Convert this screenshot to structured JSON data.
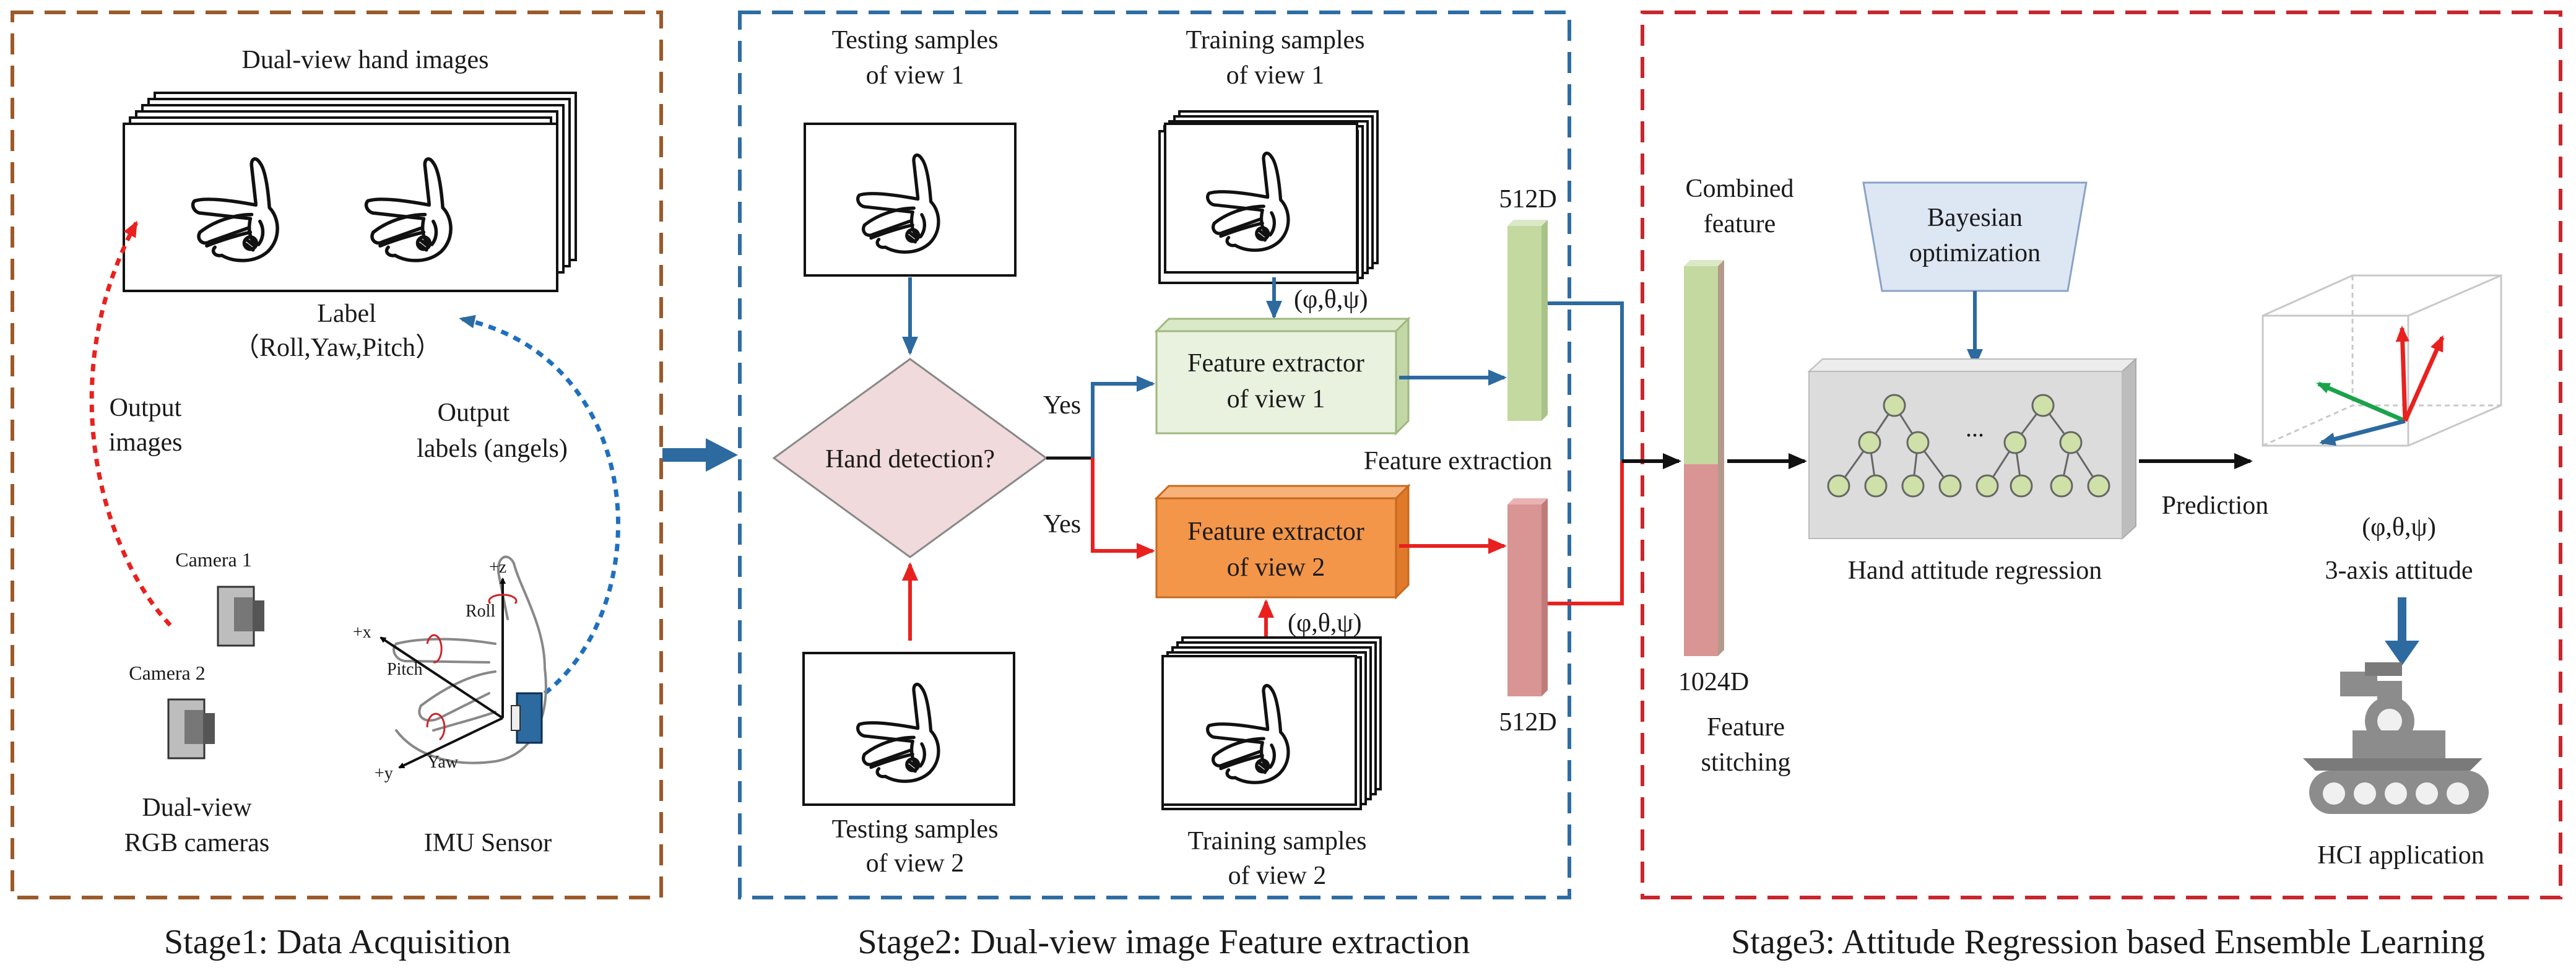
{
  "stage1": {
    "caption": "Stage1: Data Acquisition",
    "dual_view_title": "Dual-view hand images",
    "label_line1": "Label",
    "label_line2": "（Roll,Yaw,Pitch）",
    "output_images_line1": "Output",
    "output_images_line2": "images",
    "output_labels_line1": "Output",
    "output_labels_line2": "labels (angels)",
    "camera1": "Camera 1",
    "camera2": "Camera 2",
    "cameras_line1": "Dual-view",
    "cameras_line2": "RGB cameras",
    "imu": "IMU Sensor",
    "imu_axes": {
      "z": "+z",
      "x": "+x",
      "y": "+y",
      "roll": "Roll",
      "pitch": "Pitch",
      "yaw": "Yaw"
    }
  },
  "stage2": {
    "caption": "Stage2: Dual-view image Feature extraction",
    "testing_v1_line1": "Testing samples",
    "testing_v1_line2": "of view 1",
    "training_v1_line1": "Training samples",
    "training_v1_line2": "of view 1",
    "testing_v2_line1": "Testing samples",
    "testing_v2_line2": "of view 2",
    "training_v2_line1": "Training samples",
    "training_v2_line2": "of view 2",
    "angles_label": "(φ,θ,ψ)",
    "decision": "Hand detection?",
    "yes": "Yes",
    "fe1_line1": "Feature extractor",
    "fe1_line2": "of view 1",
    "fe2_line1": "Feature extractor",
    "fe2_line2": "of view 2",
    "dim_512": "512D",
    "feature_extraction": "Feature extraction"
  },
  "stage3": {
    "caption": "Stage3:  Attitude Regression based Ensemble Learning",
    "combined_line1": "Combined",
    "combined_line2": "feature",
    "dim_1024": "1024D",
    "stitching_line1": "Feature",
    "stitching_line2": "stitching",
    "bayes_line1": "Bayesian",
    "bayes_line2": "optimization",
    "ellipsis": "...",
    "regression": "Hand attitude regression",
    "prediction": "Prediction",
    "angles_label": "(φ,θ,ψ)",
    "attitude": "3-axis attitude",
    "hci": "HCI application"
  },
  "colors": {
    "stage1_border": "#9c5a2a",
    "stage2_border": "#2e6da4",
    "stage3_border": "#c8272d",
    "blue_arrow": "#2c6aa0",
    "red_arrow": "#e8211f",
    "green_feature": "#c3d9a0",
    "red_feature": "#d99494",
    "fe1_fill": "#e9f1df",
    "fe2_fill": "#f3964a",
    "decision_fill": "#f1dadb",
    "bayes_fill": "#dde6f3",
    "regressor_fill": "#dcdcdc",
    "node_fill": "#cfe0a8"
  }
}
